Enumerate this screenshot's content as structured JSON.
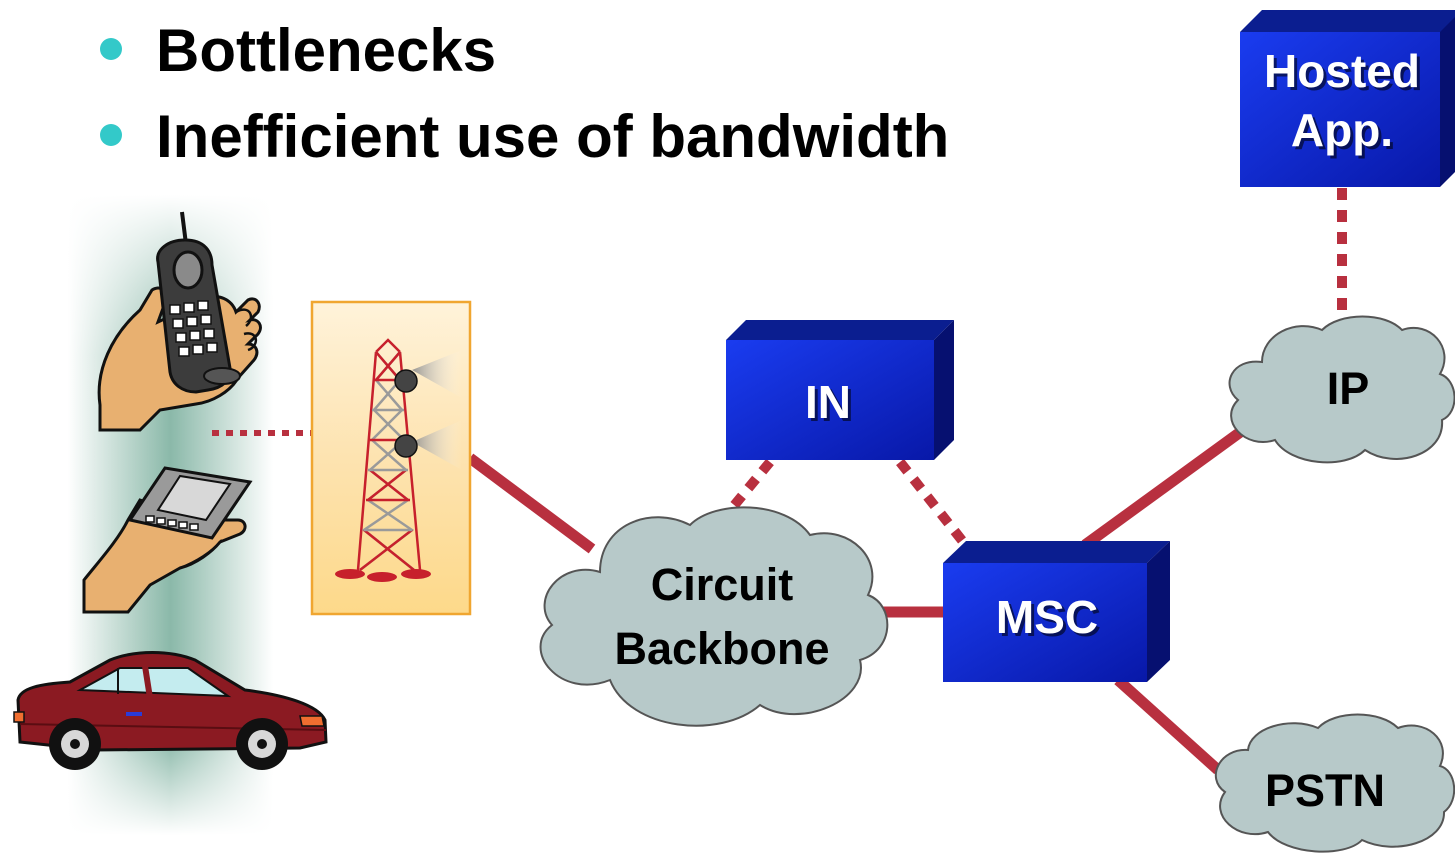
{
  "bullets": [
    {
      "text": "Bottlenecks"
    },
    {
      "text": "Inefficient use of bandwidth"
    }
  ],
  "nodes": {
    "hosted_app": {
      "line1": "Hosted",
      "line2": "App."
    },
    "in": {
      "label": "IN"
    },
    "msc": {
      "label": "MSC"
    },
    "circuit_backbone": {
      "line1": "Circuit",
      "line2": "Backbone"
    },
    "ip": {
      "label": "IP"
    },
    "pstn": {
      "label": "PSTN"
    }
  },
  "icons": [
    "cell-phone-in-hand-icon",
    "pda-in-hand-icon",
    "car-icon",
    "cell-tower-icon"
  ],
  "colors": {
    "box_blue": "#0a24c8",
    "cloud_fill": "#b7c9c9",
    "link_red": "#b8303f",
    "bullet_teal": "#33c9c9",
    "tower_panel": "#fdd98a"
  }
}
